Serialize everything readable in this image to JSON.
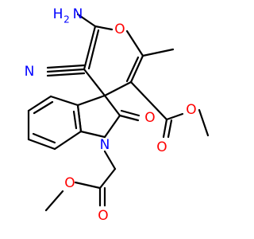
{
  "molecule": {
    "labels": {
      "amino_n": "N",
      "amino_h": "H",
      "amino_sub": "2",
      "pyran_o": "O",
      "nitrile_n": "N",
      "carbonyl_o": "O",
      "indole_n": "N",
      "ester1_o1": "O",
      "ester1_o2": "O",
      "ester2_o1": "O",
      "ester2_o2": "O"
    },
    "colors": {
      "bond": "#000000",
      "nitrogen": "#0000ff",
      "oxygen": "#ff0000",
      "carbon": "#000000"
    }
  }
}
